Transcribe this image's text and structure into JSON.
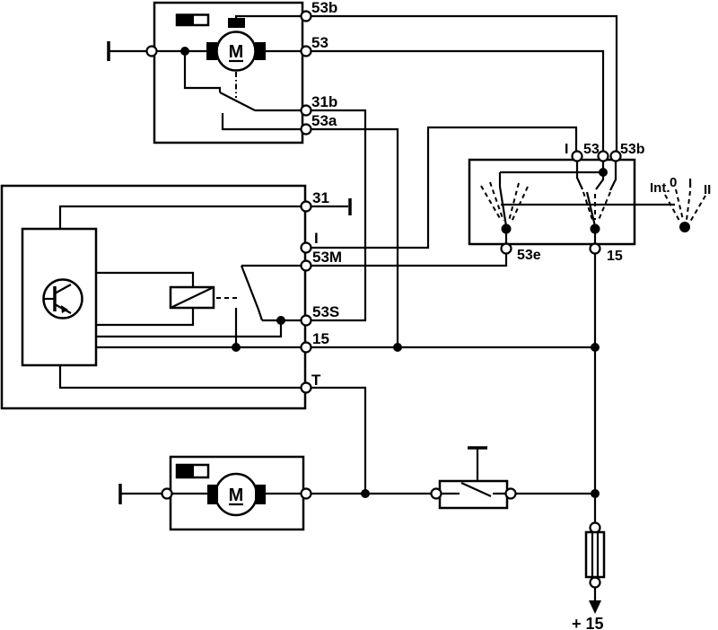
{
  "colors": {
    "line": "#000000",
    "background": "#ffffff"
  },
  "front_wiper_motor": {
    "motor_letter": "M",
    "terminals": {
      "t53b": "53b",
      "t53": "53",
      "t31b": "31b",
      "t53a": "53a"
    }
  },
  "intermittent_relay": {
    "terminals": {
      "t31": "31",
      "tI": "I",
      "t53M": "53M",
      "t53S": "53S",
      "t15": "15",
      "tT": "T"
    }
  },
  "wiper_switch": {
    "top_terminals": {
      "tI": "I",
      "t53": "53",
      "t53b": "53b"
    },
    "bottom_terminals": {
      "t53e": "53e",
      "t15": "15"
    },
    "positions": {
      "interval": "Int.",
      "off": "0",
      "stage1": "I",
      "stage2": "II"
    }
  },
  "washer_pump": {
    "motor_letter": "M"
  },
  "power_supply": {
    "label": "+ 15"
  }
}
